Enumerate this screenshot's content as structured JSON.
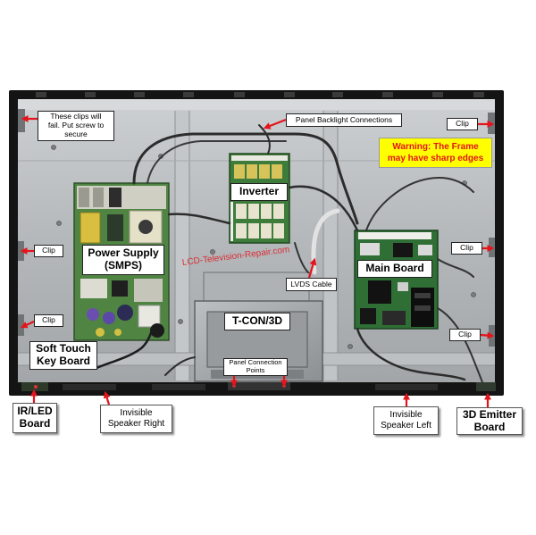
{
  "labels": {
    "clips_note": "These clips will\nfail. Put screw to\nsecure",
    "panel_backlight": "Panel Backlight Connections",
    "clip_top_right": "Clip",
    "warning": "Warning: The Frame\nmay have sharp edges",
    "inverter": "Inverter",
    "power_supply": "Power Supply\n(SMPS)",
    "clip_left_upper": "Clip",
    "clip_right_upper": "Clip",
    "main_board": "Main Board",
    "lvds_cable": "LVDS Cable",
    "clip_left_lower": "Clip",
    "clip_right_lower": "Clip",
    "tcon": "T-CON/3D",
    "panel_connection_points": "Panel Connection\nPoints",
    "soft_touch": "Soft Touch\nKey Board",
    "ir_led": "IR/LED\nBoard",
    "speaker_right": "Invisible\nSpeaker Right",
    "speaker_left": "Invisible\nSpeaker Left",
    "emitter_3d": "3D Emitter\nBoard"
  },
  "watermark": "LCD-Television-Repair.com",
  "colors": {
    "arrow": "#e3141c",
    "warning_bg": "#ffff00",
    "warning_text": "#e3141c",
    "watermark": "#e3141c"
  }
}
